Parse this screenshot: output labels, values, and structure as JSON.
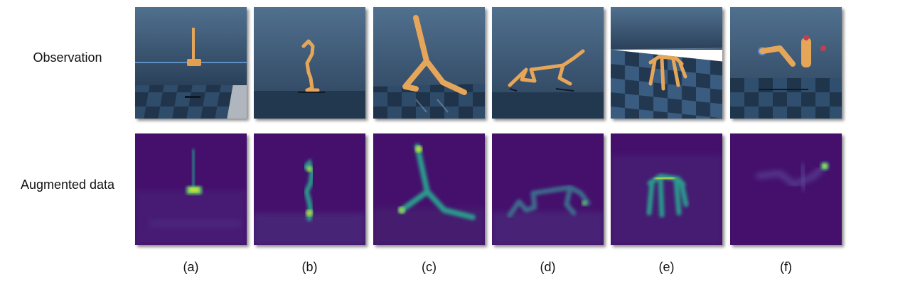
{
  "figure": {
    "row_labels": {
      "observation": "Observation",
      "augmented": "Augmented data"
    },
    "captions": [
      "(a)",
      "(b)",
      "(c)",
      "(d)",
      "(e)",
      "(f)"
    ]
  },
  "colors": {
    "sky_top": "#4a6888",
    "sky_bottom": "#2a3f58",
    "floor_dark": "#1f3247",
    "floor_light": "#3d5f82",
    "body_orange": "#e8a65a",
    "viridis_bg": "#46106e",
    "viridis_mid": "#2a9a8a",
    "viridis_hot": "#c9e23a"
  }
}
